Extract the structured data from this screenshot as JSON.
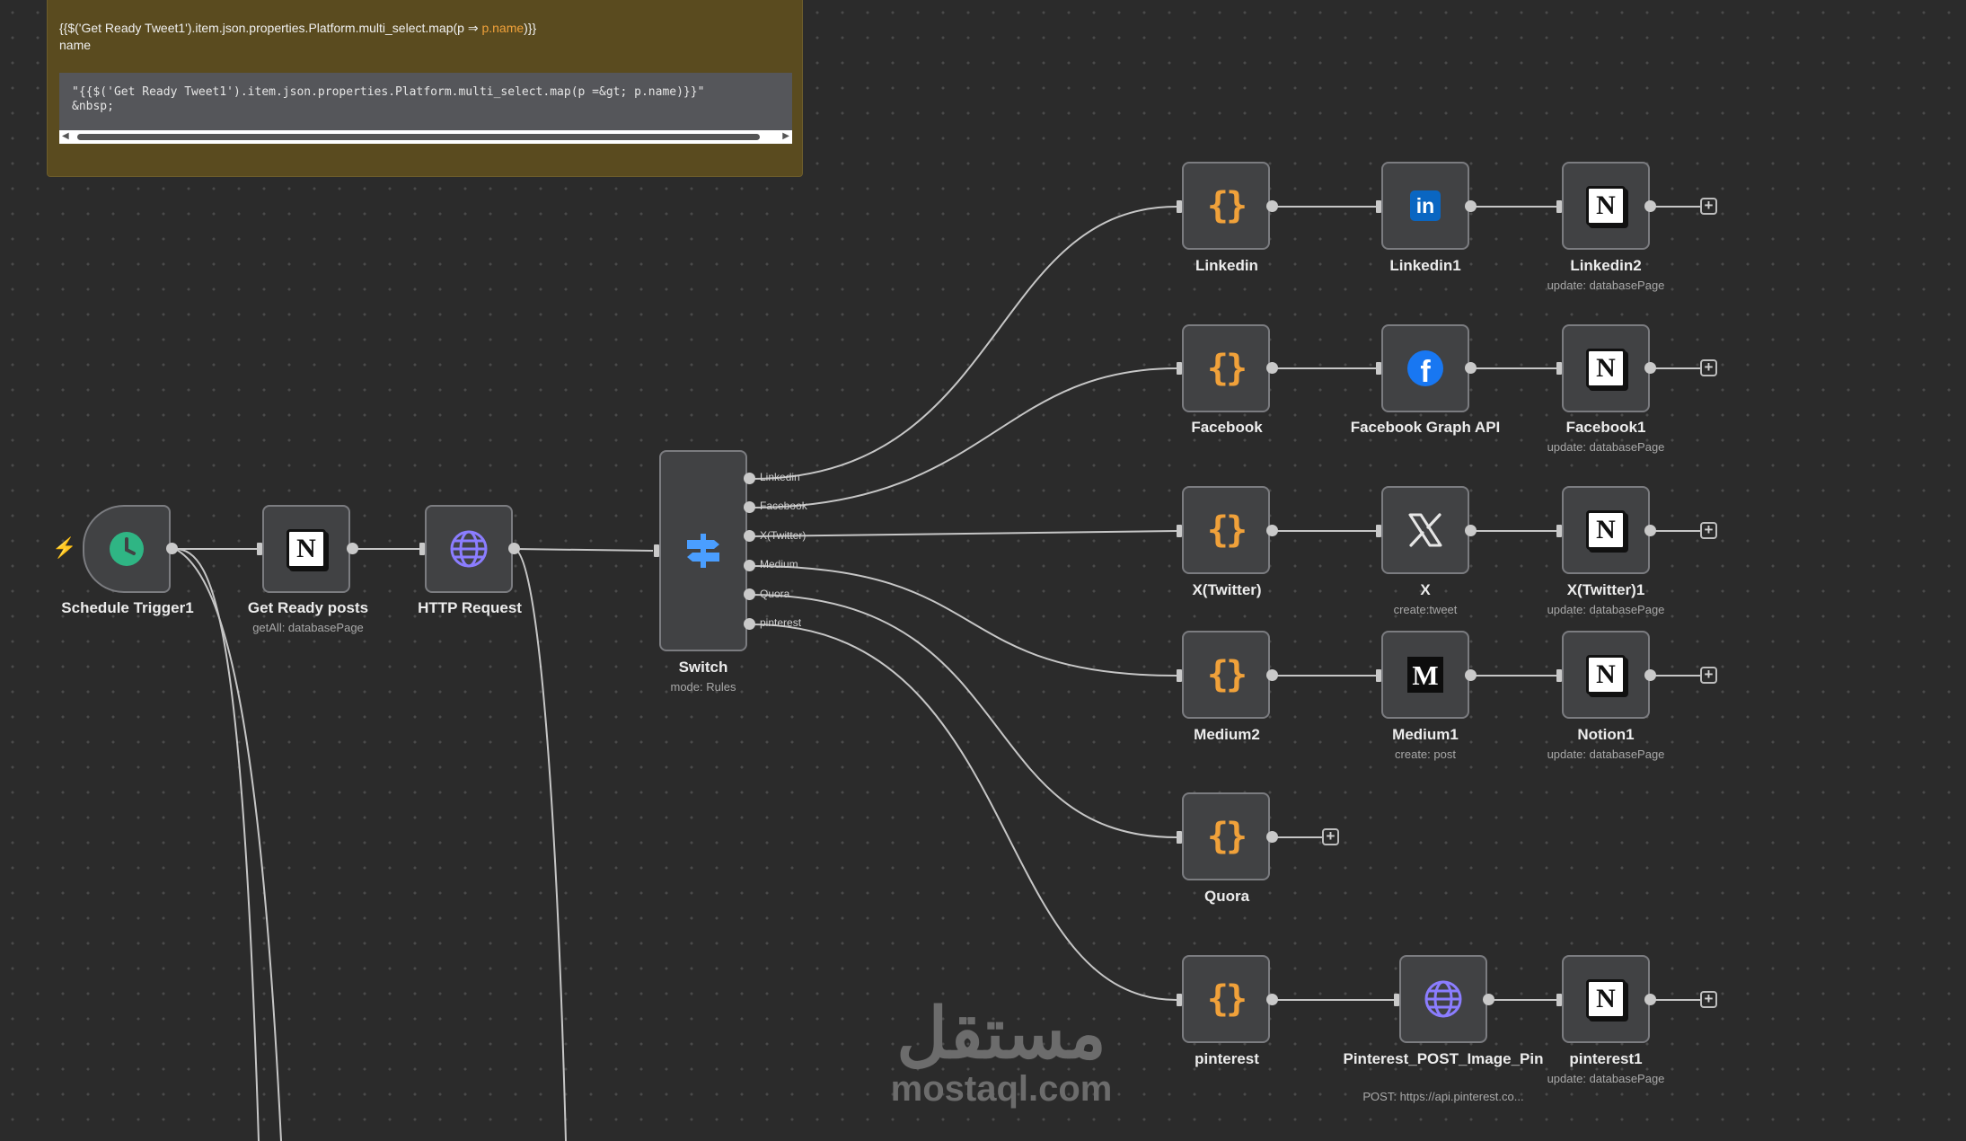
{
  "note": {
    "line1_prefix": "{{$('Get Ready Tweet1').item.json.properties.Platform.multi_select.map(p ⇒ ",
    "line1_highlight": "p.name",
    "line1_suffix": ")}}",
    "line2": "name",
    "code": "\"{{$('Get Ready Tweet1').item.json.properties.Platform.multi_select.map(p =&gt; p.name)}}\"\n&nbsp;"
  },
  "trigger_bolt": "⚡",
  "nodes": {
    "schedule": {
      "label": "Schedule Trigger1"
    },
    "get_ready": {
      "label": "Get Ready posts",
      "sub": "getAll: databasePage"
    },
    "http": {
      "label": "HTTP Request"
    },
    "switch": {
      "label": "Switch",
      "sub": "mode: Rules",
      "outputs": [
        "Linkedin",
        "Facebook",
        "X(Twitter)",
        "Medium",
        "Quora",
        "pinterest"
      ]
    },
    "linkedin": {
      "label": "Linkedin"
    },
    "linkedin1": {
      "label": "Linkedin1"
    },
    "linkedin2": {
      "label": "Linkedin2",
      "sub": "update: databasePage"
    },
    "facebook": {
      "label": "Facebook"
    },
    "facebook_graph": {
      "label": "Facebook Graph API"
    },
    "facebook1": {
      "label": "Facebook1",
      "sub": "update: databasePage"
    },
    "xtwitter": {
      "label": "X(Twitter)"
    },
    "x": {
      "label": "X",
      "sub": "create:tweet"
    },
    "xtwitter1": {
      "label": "X(Twitter)1",
      "sub": "update: databasePage"
    },
    "medium2": {
      "label": "Medium2"
    },
    "medium1": {
      "label": "Medium1",
      "sub": "create: post"
    },
    "notion1": {
      "label": "Notion1",
      "sub": "update: databasePage"
    },
    "quora": {
      "label": "Quora"
    },
    "pinterest": {
      "label": "pinterest"
    },
    "pinterest_post": {
      "label": "Pinterest_POST_Image_Pin",
      "sub": "POST: https://api.pinterest.co..."
    },
    "pinterest1": {
      "label": "pinterest1",
      "sub": "update: databasePage"
    }
  },
  "icons": {
    "code": "{}",
    "linkedin": "in",
    "facebook": "f",
    "medium": "M",
    "notion": "N"
  },
  "add_symbol": "+",
  "watermark": {
    "arabic": "مستقل",
    "latin": "mostaql.com"
  },
  "colors": {
    "canvas": "#2b2b2b",
    "node_bg": "#414244",
    "code_orange": "#f0a13a",
    "schedule_green": "#2fb584",
    "http_purple": "#8b7dff",
    "switch_blue": "#4a9eff",
    "linkedin_blue": "#0a66c2",
    "facebook_blue": "#1877f2",
    "note_bg": "#5a4b1f"
  }
}
